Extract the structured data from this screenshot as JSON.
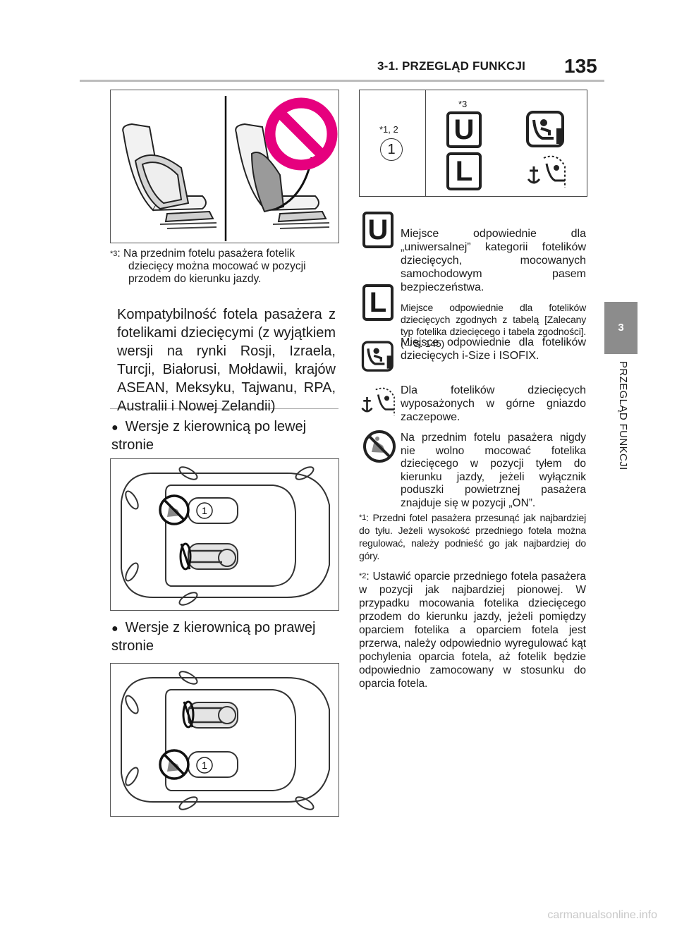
{
  "header": {
    "title": "3-1. PRZEGLĄD FUNKCJI",
    "page": "135"
  },
  "side": {
    "tab_number": "3",
    "tab_text": "PRZEGLĄD FUNKCJI"
  },
  "left": {
    "seat_footnote_mark": "*3",
    "seat_footnote_line1": ": Na przednim fotelu pasażera fotelik",
    "seat_footnote_line2": "dziecięcy można mocować w pozycji",
    "seat_footnote_line3": "przodem do kierunku jazdy.",
    "heading": "Kompatybilność fotela pasażera z fotelikami dziecięcymi (z wyjątkiem wersji na rynki Rosji, Izraela, Turcji, Białorusi, Mołdawii, krajów ASEAN, Meksyku, Tajwanu, RPA, Australii i Nowej Zelandii)",
    "bullet1": "Wersje z kierownicą po lewej stronie",
    "bullet2": "Wersje z kierownicą po prawej stronie",
    "circle_label": "1"
  },
  "table": {
    "col1_mark": "*1, 2",
    "col1_value": "1",
    "col2_mark": "*3",
    "u_letter": "U",
    "l_letter": "L"
  },
  "legend": {
    "u_letter": "U",
    "u_text": "Miejsce odpowiednie dla „uniwersalnej” kategorii fotelików dziecięcych, mocowanych samochodowym pasem bezpieczeństwa.",
    "l_letter": "L",
    "l_text_pre": "Miejsce odpowiednie dla fotelików dziecięcych zgodnych z tabelą [Zalecany typ fotelika dziecięcego i tabela zgodności]. (",
    "l_arrow": "→",
    "l_text_post": "S. 145)",
    "isize_text": "Miejsce odpowiednie dla fotelików dziecięcych i-Size i ISOFIX.",
    "anchor_text": "Dla fotelików dziecięcych wyposażonych w górne gniazdo zaczepowe.",
    "prohibit_text": "Na przednim fotelu pasażera nigdy nie wolno mocować fotelika dziecięcego w pozycji tyłem do kierunku jazdy, jeżeli wyłącznik poduszki powietrznej pasażera znajduje się w pozycji „ON”."
  },
  "notes": [
    {
      "mark": "*1",
      "text": ": Przedni fotel pasażera przesunąć jak najbardziej do tyłu. Jeżeli wysokość przedniego fotela można regulować, należy podnieść go jak najbardziej do góry."
    },
    {
      "mark": "*2",
      "text": ": Ustawić oparcie przedniego fotela pasażera w pozycji jak najbardziej pionowej. W przypadku mocowania fotelika dziecięcego przodem do kierunku jazdy, jeżeli pomiędzy oparciem fotelika a oparciem fotela jest przerwa, należy odpowiednio wyregulować kąt pochylenia oparcia fotela, aż fotelik będzie odpowiednio zamocowany w stosunku do oparcia fotela."
    }
  ],
  "watermark": "carmanualsonline.info",
  "colors": {
    "prohibit": "#e6007e",
    "side_tab": "#8c8c8c",
    "rule": "#bdbdbd"
  }
}
